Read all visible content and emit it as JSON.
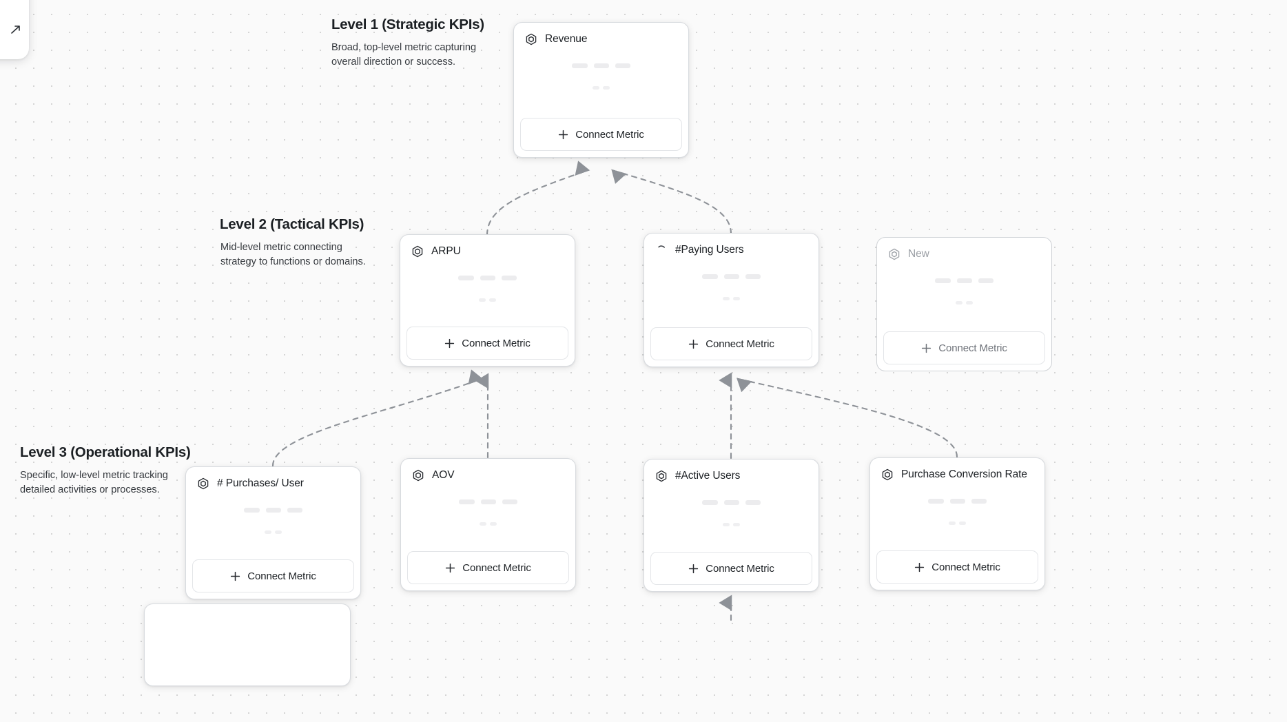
{
  "canvas": {
    "background": "#fafafa",
    "dot_color": "#d4d4d4",
    "card_border": "#c9ccd0",
    "text_color": "#1b1f23",
    "muted_color": "#9a9ea4",
    "edge_color": "#8e9298"
  },
  "levels": [
    {
      "id": "level-1",
      "title": "Level 1 (Strategic KPIs)",
      "description": "Broad, top-level metric capturing overall direction or success."
    },
    {
      "id": "level-2",
      "title": "Level 2 (Tactical KPIs)",
      "description": "Mid-level metric connecting strategy to functions or domains."
    },
    {
      "id": "level-3",
      "title": "Level 3 (Operational KPIs)",
      "description": "Specific, low-level metric tracking detailed activities or processes."
    }
  ],
  "connect_label": "Connect Metric",
  "cards": [
    {
      "id": "revenue",
      "title": "Revenue",
      "icon": "hexagon-icon",
      "level": 1,
      "state": "active"
    },
    {
      "id": "arpu",
      "title": "ARPU",
      "icon": "hexagon-icon",
      "level": 2,
      "state": "active"
    },
    {
      "id": "paying-users",
      "title": "#Paying Users",
      "icon": "spinner-icon",
      "level": 2,
      "state": "loading"
    },
    {
      "id": "new",
      "title": "New",
      "icon": "hexagon-icon",
      "level": 2,
      "state": "muted"
    },
    {
      "id": "purchases-per-user",
      "title": "# Purchases/ User",
      "icon": "hexagon-icon",
      "level": 3,
      "state": "active"
    },
    {
      "id": "aov",
      "title": "AOV",
      "icon": "hexagon-icon",
      "level": 3,
      "state": "active"
    },
    {
      "id": "active-users",
      "title": "#Active Users",
      "icon": "hexagon-icon",
      "level": 3,
      "state": "active"
    },
    {
      "id": "purchase-conversion-rate",
      "title": "Purchase Conversion Rate",
      "icon": "hexagon-icon",
      "level": 3,
      "state": "active"
    }
  ]
}
